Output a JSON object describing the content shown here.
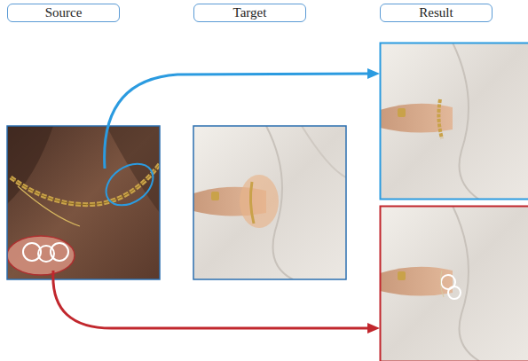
{
  "diagram": {
    "nodes": [
      {
        "text": [
          "Source"
        ]
      },
      {
        "text": [
          "Target"
        ]
      },
      {
        "text": [
          "Result"
        ]
      }
    ]
  }
}
